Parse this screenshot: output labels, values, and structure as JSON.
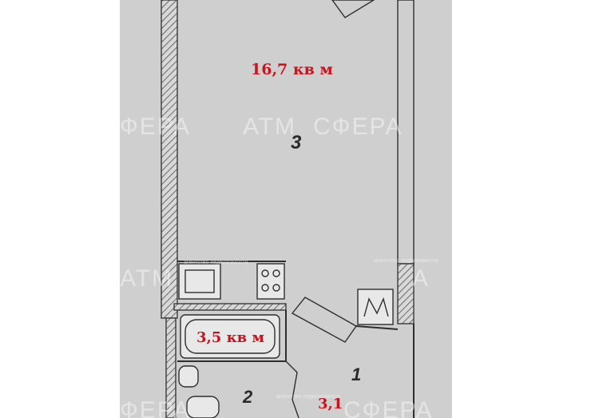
{
  "plan": {
    "rooms": [
      {
        "number": "3",
        "area_label": "16,7 кв м"
      },
      {
        "number": "2",
        "area_label": "3,5 кв м"
      },
      {
        "number": "1",
        "area_label": "3,1"
      }
    ]
  },
  "watermark": {
    "brand_parts": [
      "АТМ",
      "СФЕРА"
    ],
    "left_fragment": "ФЕРА",
    "bottom_left_fragment": "ФЕРА",
    "right_fragment": "А",
    "mid_fragment": "АТМ",
    "tagline": "агентство недвижимости"
  },
  "colors": {
    "plan_background": "#cfcfcf",
    "area_label": "#c8141c",
    "page_background": "#ffffff"
  }
}
